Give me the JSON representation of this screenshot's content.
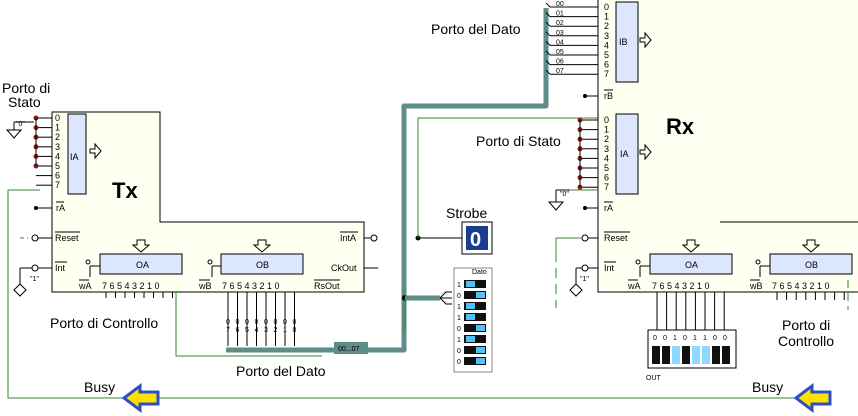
{
  "tx": {
    "title": "Tx",
    "status_port_label_1": "Porto di",
    "status_port_label_2": "Stato",
    "control_port_label": "Porto di Controllo",
    "data_port_label": "Porto del Dato",
    "ia": "IA",
    "oa": "OA",
    "ob": "OB",
    "ra": "rA",
    "reset": "Reset",
    "int": "Int",
    "inta": "IntA",
    "ckout": "CkOut",
    "rsout": "RsOut",
    "wa": "wA",
    "wb": "wB",
    "out_bits": "7 6 5 4 3 2 1 0",
    "pins": [
      "0",
      "1",
      "2",
      "3",
      "4",
      "5",
      "6",
      "7"
    ],
    "zero": "\"0\"",
    "one": "\"1\"",
    "bus_name": "00...07",
    "probe_digits": [
      "0",
      "0",
      "0",
      "0",
      "0",
      "0",
      "0",
      "0"
    ],
    "probe_idx": [
      "7",
      "6",
      "5",
      "4",
      "3",
      "2",
      "1",
      "0"
    ],
    "busy": "Busy"
  },
  "rx": {
    "title": "Rx",
    "data_port_label": "Porto del Dato",
    "status_port_label": "Porto di Stato",
    "control_port_label_1": "Porto di",
    "control_port_label_2": "Controllo",
    "ib": "IB",
    "ia": "IA",
    "oa": "OA",
    "ob": "OB",
    "rb": "rB",
    "ra": "rA",
    "reset": "Reset",
    "int": "Int",
    "wa": "wA",
    "wb": "wB",
    "out_bits": "7 6 5 4 3 2 1 0",
    "pins": [
      "0",
      "1",
      "2",
      "3",
      "4",
      "5",
      "6",
      "7"
    ],
    "bus_taps": [
      "00",
      "01",
      "02",
      "03",
      "04",
      "05",
      "06",
      "07"
    ],
    "zero": "\"0\"",
    "one": "\"1\"",
    "out_label": "OUT",
    "out_digits": "0 0 1 0 1 1 0 0",
    "busy": "Busy"
  },
  "strobe": {
    "label": "Strobe",
    "value": "0"
  },
  "switch": {
    "label": "Dato",
    "bits": [
      "1",
      "0",
      "1",
      "1",
      "0",
      "1",
      "0",
      "0"
    ]
  }
}
